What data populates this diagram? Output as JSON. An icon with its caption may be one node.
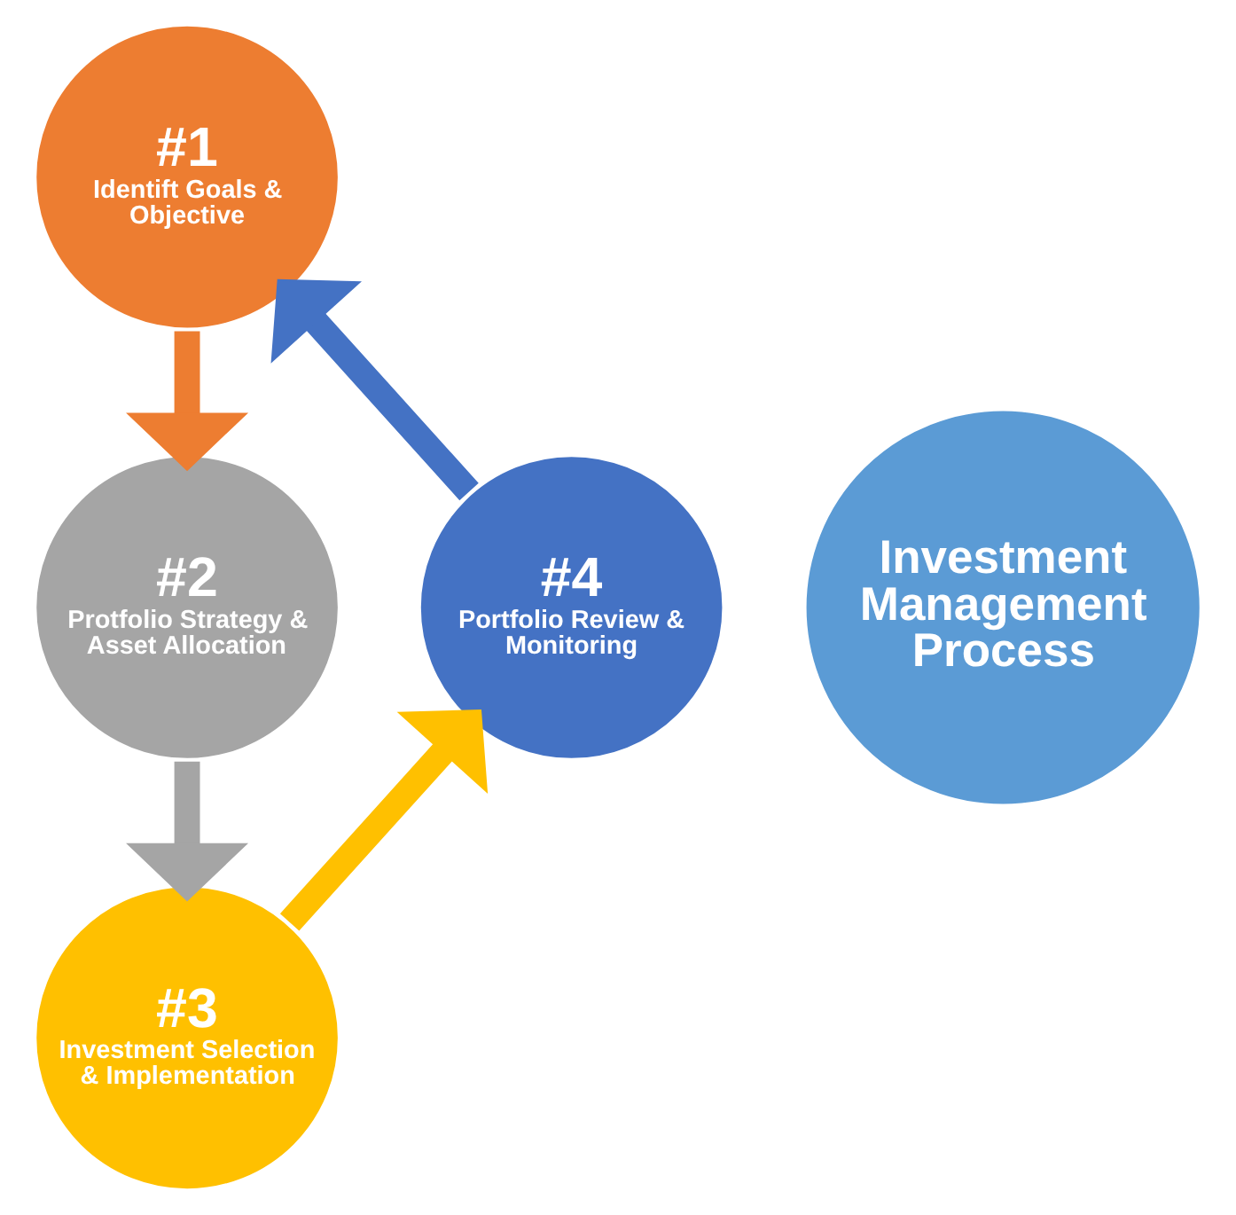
{
  "diagram": {
    "nodes": [
      {
        "text": [
          "Investment Management Process"
        ]
      },
      {
        "text": [
          "#1",
          "Identift Goals & Objective"
        ]
      },
      {
        "text": [
          "#2",
          "Protfolio Strategy & Asset Allocation"
        ]
      },
      {
        "text": [
          "#3",
          "Investment Selection & Implementation"
        ]
      },
      {
        "text": [
          "#4",
          "Portfolio Review & Monitoring"
        ]
      }
    ],
    "edges": [
      {
        "from": 1,
        "to": 2,
        "arrow": "to",
        "color": "#ed7d31"
      },
      {
        "from": 2,
        "to": 3,
        "arrow": "to",
        "color": "#a5a5a5"
      },
      {
        "from": 3,
        "to": 4,
        "arrow": "to",
        "color": "#ffc000"
      },
      {
        "from": 4,
        "to": 1,
        "arrow": "to",
        "color": "#4472c4"
      }
    ]
  }
}
